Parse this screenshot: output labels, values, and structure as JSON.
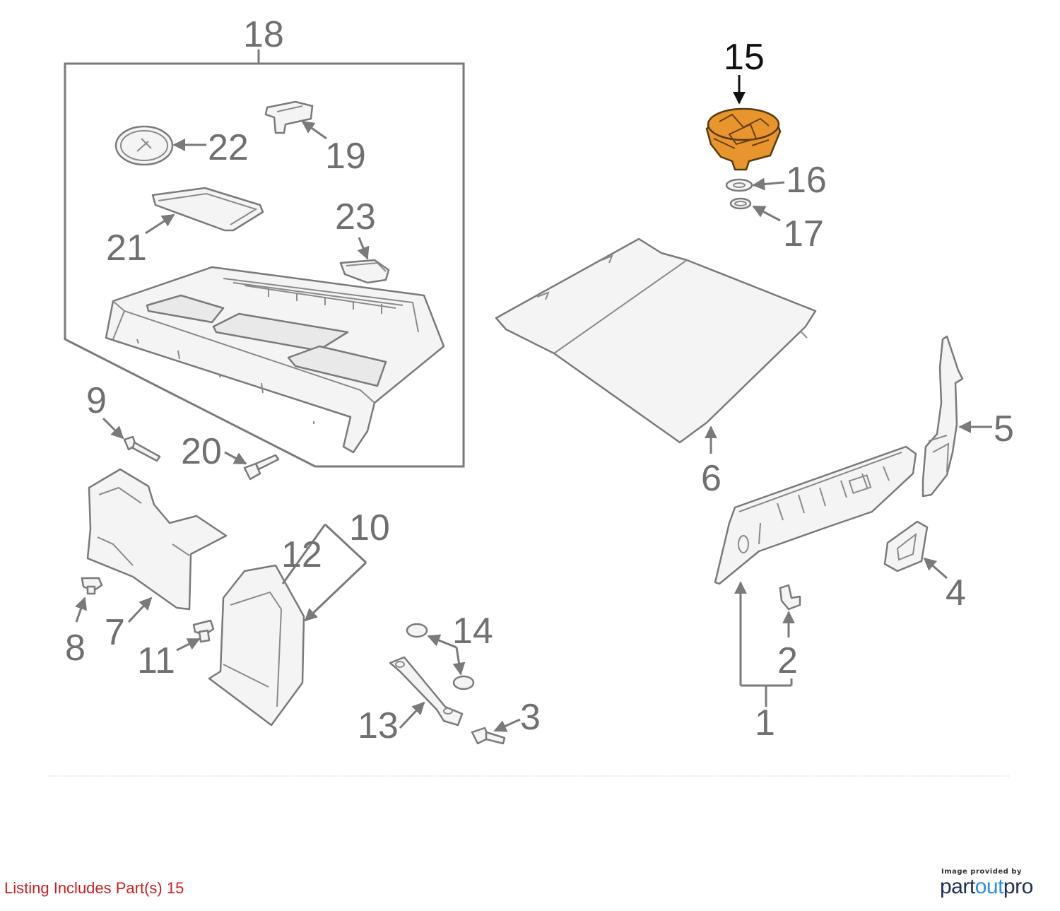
{
  "diagram": {
    "labels": {
      "p1": "1",
      "p2": "2",
      "p3": "3",
      "p4": "4",
      "p5": "5",
      "p6": "6",
      "p7": "7",
      "p8": "8",
      "p9": "9",
      "p10": "10",
      "p11": "11",
      "p12": "12",
      "p13": "13",
      "p14": "14",
      "p15": "15",
      "p16": "16",
      "p17": "17",
      "p18": "18",
      "p19": "19",
      "p20": "20",
      "p21": "21",
      "p22": "22",
      "p23": "23"
    },
    "highlighted_part": "15",
    "highlight_color": "#e8952e"
  },
  "footer": {
    "listing_text": "Listing Includes Part(s) 15",
    "listing_color": "#cc1f1f",
    "credit_text": "Image provided by",
    "brand_part1": "part",
    "brand_part2": "out",
    "brand_part3": "pro"
  }
}
